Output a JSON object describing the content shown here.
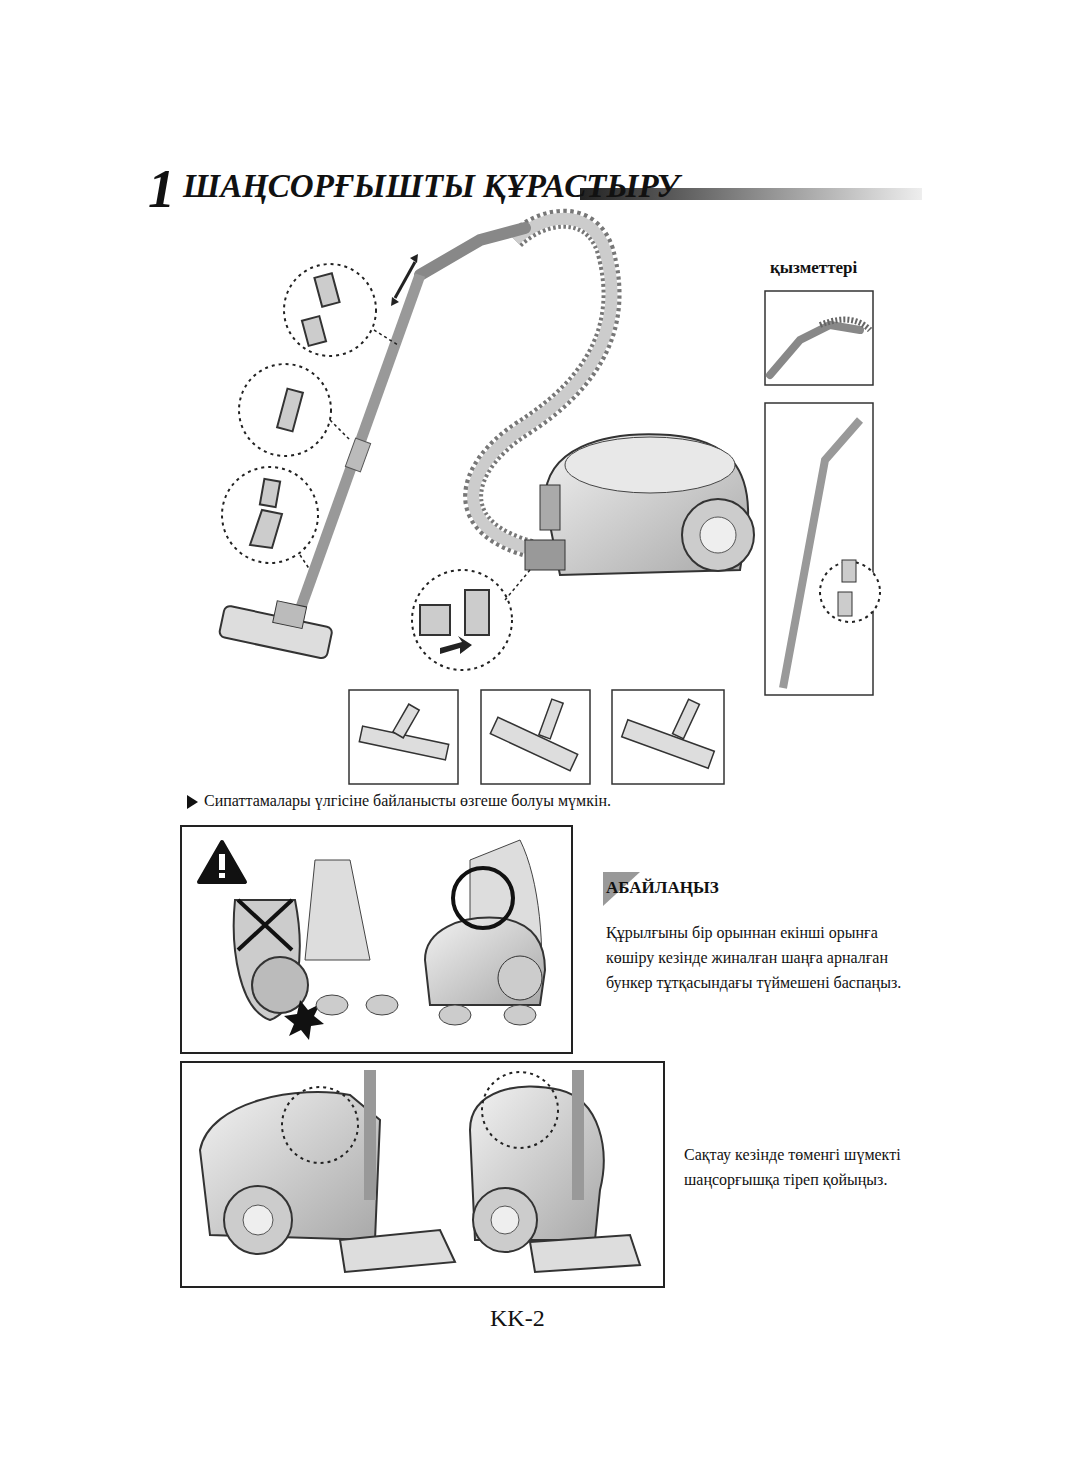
{
  "diagram": {
    "title": "ШАҢСОРҒЫШТЫ ҚҰРАСТЫРУ",
    "labels": [
      "1",
      "қызметтері",
      "Сипаттамалары үлгісіне байланысты өзгеше болуы мүмкін.",
      "АБАЙЛАҢЫЗ",
      "Құрылғыны бір орыннан екінші орынға көшіру кезінде жиналған шаңға арналған бункер тұтқасындағы түймешені баспаңыз.",
      "Сақтау кезінде төменгі шүмекті шаңсорғышқа тіреп қойыңыз.",
      "KK-2"
    ]
  }
}
